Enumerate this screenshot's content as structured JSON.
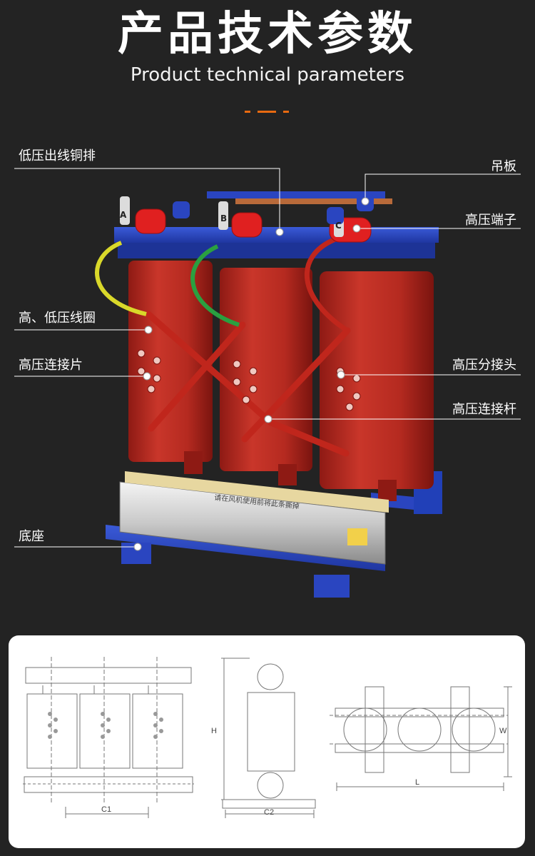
{
  "header": {
    "title_cn": "产品技术参数",
    "title_en": "Product technical parameters"
  },
  "accent_color": "#e86a10",
  "callouts": {
    "left": [
      {
        "id": "lv-copper-bar",
        "label": "低压出线铜排"
      },
      {
        "id": "coil",
        "label": "高、低压线圈"
      },
      {
        "id": "hv-link-plate",
        "label": "高压连接片"
      },
      {
        "id": "base",
        "label": "底座"
      }
    ],
    "right": [
      {
        "id": "lifting-plate",
        "label": "吊板"
      },
      {
        "id": "hv-terminal",
        "label": "高压端子"
      },
      {
        "id": "hv-tap",
        "label": "高压分接头"
      },
      {
        "id": "hv-connecting-rod",
        "label": "高压连接杆"
      }
    ]
  },
  "product_image": {
    "coil_labels": [
      "A",
      "B",
      "C"
    ],
    "fan_text": "请在风机使用前将此条撕掉"
  },
  "drawing": {
    "front_dim": "C1",
    "side_dims": [
      "H",
      "C2"
    ],
    "top_dims": [
      "W",
      "L"
    ]
  }
}
